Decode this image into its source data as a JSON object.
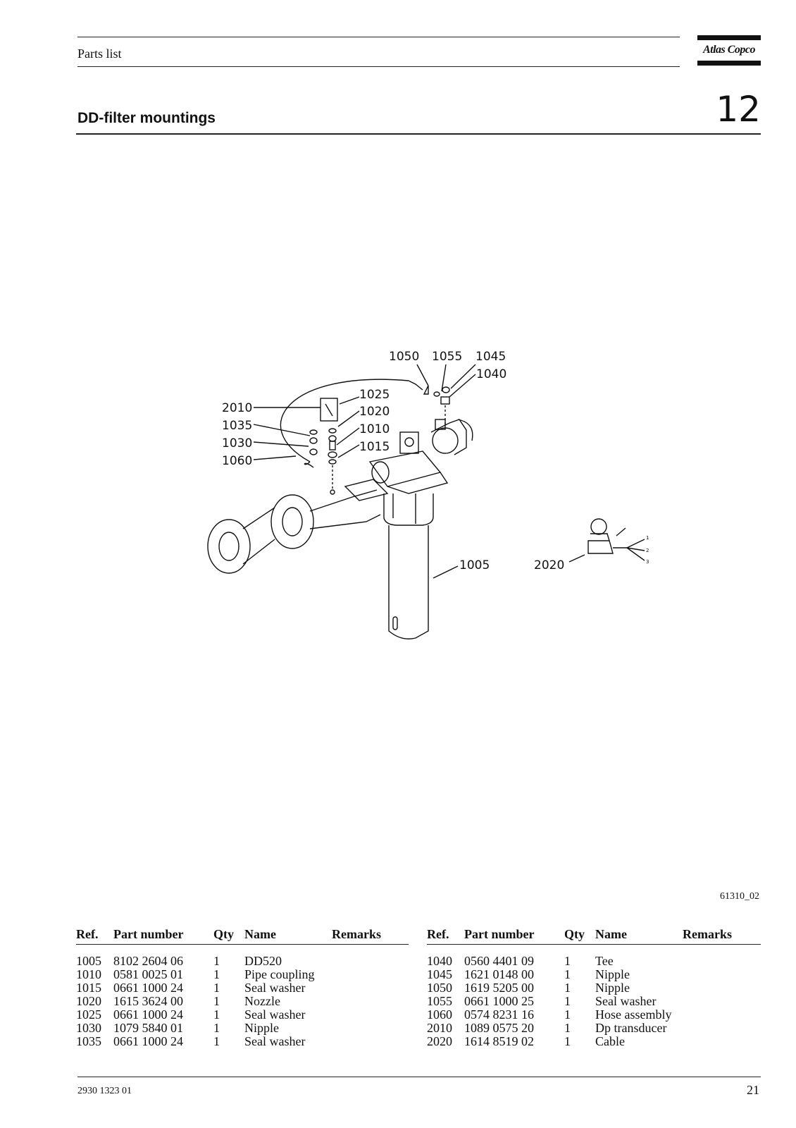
{
  "header": {
    "section_label": "Parts list",
    "brand": "Atlas Copco"
  },
  "page_title": "DD-filter mountings",
  "chapter_number": "12",
  "figure": {
    "reference": "61310_02",
    "callouts": {
      "c1050": "1050",
      "c1055": "1055",
      "c1045": "1045",
      "c1040": "1040",
      "c1025": "1025",
      "c1020": "1020",
      "c1010": "1010",
      "c1015": "1015",
      "c2010": "2010",
      "c1035": "1035",
      "c1030": "1030",
      "c1060": "1060",
      "c1005": "1005",
      "c2020": "2020"
    },
    "inset_pins": {
      "p1": "1",
      "p2": "2",
      "p3": "3"
    }
  },
  "table": {
    "columns": {
      "ref": "Ref.",
      "part_number": "Part number",
      "qty": "Qty",
      "name": "Name",
      "remarks": "Remarks"
    },
    "left_rows": [
      {
        "ref": "1005",
        "part_number": "8102 2604 06",
        "qty": "1",
        "name": "DD520",
        "remarks": ""
      },
      {
        "ref": "1010",
        "part_number": "0581 0025 01",
        "qty": "1",
        "name": "Pipe coupling",
        "remarks": ""
      },
      {
        "ref": "1015",
        "part_number": "0661 1000 24",
        "qty": "1",
        "name": "Seal washer",
        "remarks": ""
      },
      {
        "ref": "1020",
        "part_number": "1615 3624 00",
        "qty": "1",
        "name": "Nozzle",
        "remarks": ""
      },
      {
        "ref": "1025",
        "part_number": "0661 1000 24",
        "qty": "1",
        "name": "Seal washer",
        "remarks": ""
      },
      {
        "ref": "1030",
        "part_number": "1079 5840 01",
        "qty": "1",
        "name": "Nipple",
        "remarks": ""
      },
      {
        "ref": "1035",
        "part_number": "0661 1000 24",
        "qty": "1",
        "name": "Seal washer",
        "remarks": ""
      }
    ],
    "right_rows": [
      {
        "ref": "1040",
        "part_number": "0560 4401 09",
        "qty": "1",
        "name": "Tee",
        "remarks": ""
      },
      {
        "ref": "1045",
        "part_number": "1621 0148 00",
        "qty": "1",
        "name": "Nipple",
        "remarks": ""
      },
      {
        "ref": "1050",
        "part_number": "1619 5205 00",
        "qty": "1",
        "name": "Nipple",
        "remarks": ""
      },
      {
        "ref": "1055",
        "part_number": "0661 1000 25",
        "qty": "1",
        "name": "Seal washer",
        "remarks": ""
      },
      {
        "ref": "1060",
        "part_number": "0574 8231 16",
        "qty": "1",
        "name": "Hose assembly",
        "remarks": ""
      },
      {
        "ref": "2010",
        "part_number": "1089 0575 20",
        "qty": "1",
        "name": "Dp transducer",
        "remarks": ""
      },
      {
        "ref": "2020",
        "part_number": "1614 8519 02",
        "qty": "1",
        "name": "Cable",
        "remarks": ""
      }
    ]
  },
  "footer": {
    "document_number": "2930 1323 01",
    "page_number": "21"
  }
}
